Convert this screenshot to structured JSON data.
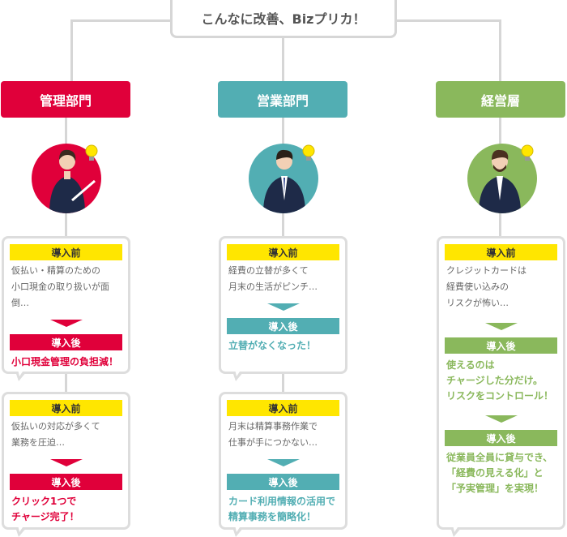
{
  "title": "こんなに改善、Bizプリカ！",
  "colors": {
    "red": "#e0003a",
    "teal": "#52aeb3",
    "green": "#8ab85c",
    "yellow": "#ffe600"
  },
  "labels": {
    "before": "導入前",
    "after": "導入後"
  },
  "departments": [
    {
      "name": "管理部門",
      "cards": [
        {
          "before": [
            "仮払い・精算のための",
            "小口現金の取り扱いが面倒…"
          ],
          "after": [
            "小口現金管理の負担減！"
          ]
        },
        {
          "before": [
            "仮払いの対応が多くて",
            "業務を圧迫…"
          ],
          "after": [
            "クリック1つで",
            "チャージ完了！"
          ]
        }
      ]
    },
    {
      "name": "営業部門",
      "cards": [
        {
          "before": [
            "経費の立替が多くて",
            "月末の生活がピンチ…"
          ],
          "after": [
            "立替がなくなった！"
          ]
        },
        {
          "before": [
            "月末は精算事務作業で",
            "仕事が手につかない…"
          ],
          "after": [
            "カード利用情報の活用で",
            "精算事務を簡略化！"
          ]
        }
      ]
    },
    {
      "name": "経営層",
      "cards": [
        {
          "before": [
            "クレジットカードは",
            "経費使い込みの",
            "リスクが怖い…"
          ],
          "after1": [
            "使えるのは",
            "チャージした分だけ。",
            "リスクをコントロール！"
          ],
          "after2": [
            "従業員全員に貸与でき、",
            "「経費の見える化」と",
            "「予実管理」を実現！"
          ]
        }
      ]
    }
  ]
}
